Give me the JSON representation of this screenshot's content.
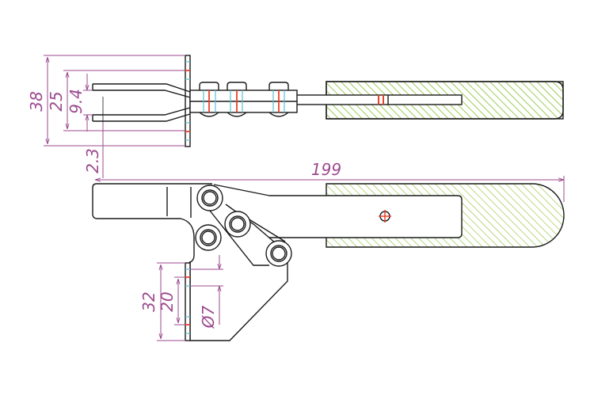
{
  "drawing": {
    "title": "Toggle clamp dimensional drawing",
    "dimensions": {
      "overall_height_top": "38",
      "bolt_spacing_top": "25",
      "slot_width": "9.4",
      "offset": "2.3",
      "overall_length": "199",
      "base_height": "32",
      "bolt_spacing_side": "20",
      "hole_diameter": "Ø7"
    },
    "colors": {
      "line": "#1a1a1a",
      "dimension": "#9b4a8e",
      "hatch": "#8cc63f",
      "hole_center": "#e8432a",
      "hole_edge": "#5bc0d0"
    }
  }
}
